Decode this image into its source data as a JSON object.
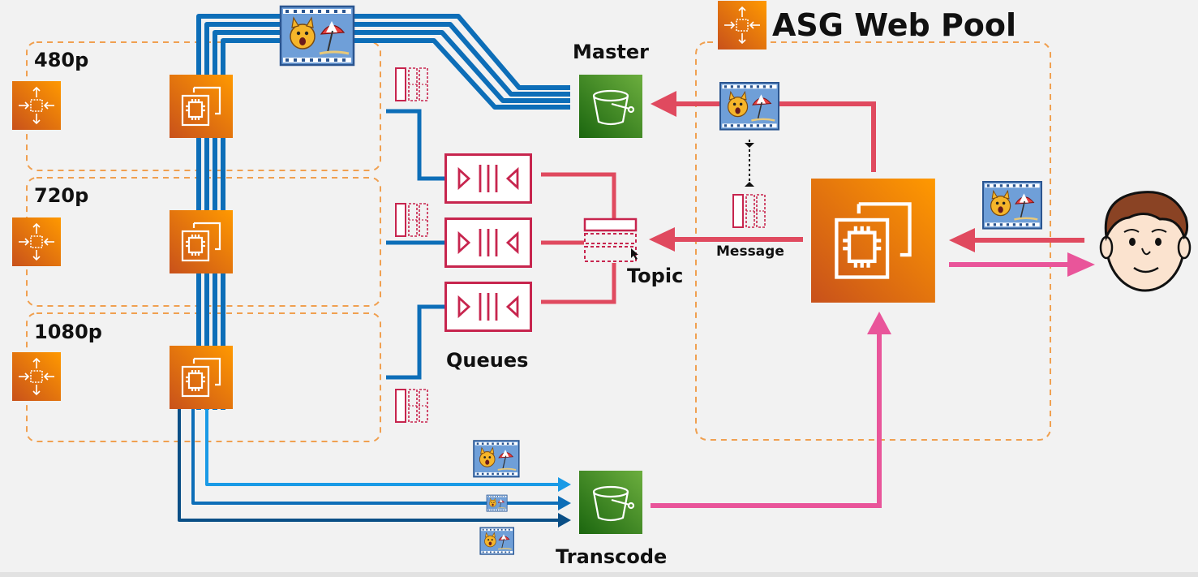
{
  "title": "ASG Web Pool",
  "tiers": [
    {
      "label": "480p"
    },
    {
      "label": "720p"
    },
    {
      "label": "1080p"
    }
  ],
  "labels": {
    "master": "Master",
    "transcode": "Transcode",
    "queues": "Queues",
    "topic": "Topic",
    "message": "Message"
  },
  "colors": {
    "aws_orange": "#ed7100",
    "s3_green": "#3f8624",
    "sqs_pink": "#c7254e",
    "flow_blue": "#0d6eb8",
    "flow_light_blue": "#1a9ae6",
    "flow_dark_blue": "#0a4f86",
    "sns_red": "#e04a5f",
    "delivery_pink": "#e9559a",
    "dashed_border": "#f0a050"
  },
  "icons": [
    "autoscaling-icon",
    "ec2-instance-icon",
    "s3-bucket-icon",
    "sqs-queue-icon",
    "sns-topic-icon",
    "video-file-icon",
    "message-icon",
    "user-avatar-icon"
  ]
}
